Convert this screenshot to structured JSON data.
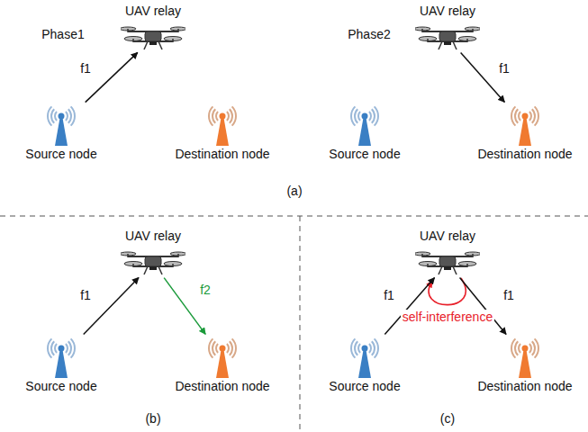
{
  "diagram": {
    "nodes": [
      {
        "text": [
          "UAV relay"
        ]
      },
      {
        "text": [
          "Source node"
        ]
      },
      {
        "text": [
          "Destination node"
        ]
      },
      {
        "text": [
          "UAV relay"
        ]
      },
      {
        "text": [
          "Source node"
        ]
      },
      {
        "text": [
          "Destination node"
        ]
      },
      {
        "text": [
          "UAV relay"
        ]
      },
      {
        "text": [
          "Source node"
        ]
      },
      {
        "text": [
          "Destination node"
        ]
      },
      {
        "text": [
          "UAV relay"
        ]
      },
      {
        "text": [
          "Source node"
        ]
      },
      {
        "text": [
          "Destination node"
        ]
      }
    ],
    "edges": [
      {
        "from": 1,
        "to": 0,
        "arrow": "to",
        "label": "f1"
      },
      {
        "from": 3,
        "to": 5,
        "arrow": "to",
        "label": "f1"
      },
      {
        "from": 7,
        "to": 6,
        "arrow": "to",
        "label": "f1"
      },
      {
        "from": 6,
        "to": 8,
        "arrow": "to",
        "label": "f2"
      },
      {
        "from": 10,
        "to": 9,
        "arrow": "to",
        "label": "f1"
      },
      {
        "from": 9,
        "to": 11,
        "arrow": "to",
        "label": "f1"
      }
    ],
    "labels": [
      "Phase1",
      "Phase2",
      "(a)",
      "(b)",
      "(c)",
      "self-interference"
    ]
  }
}
